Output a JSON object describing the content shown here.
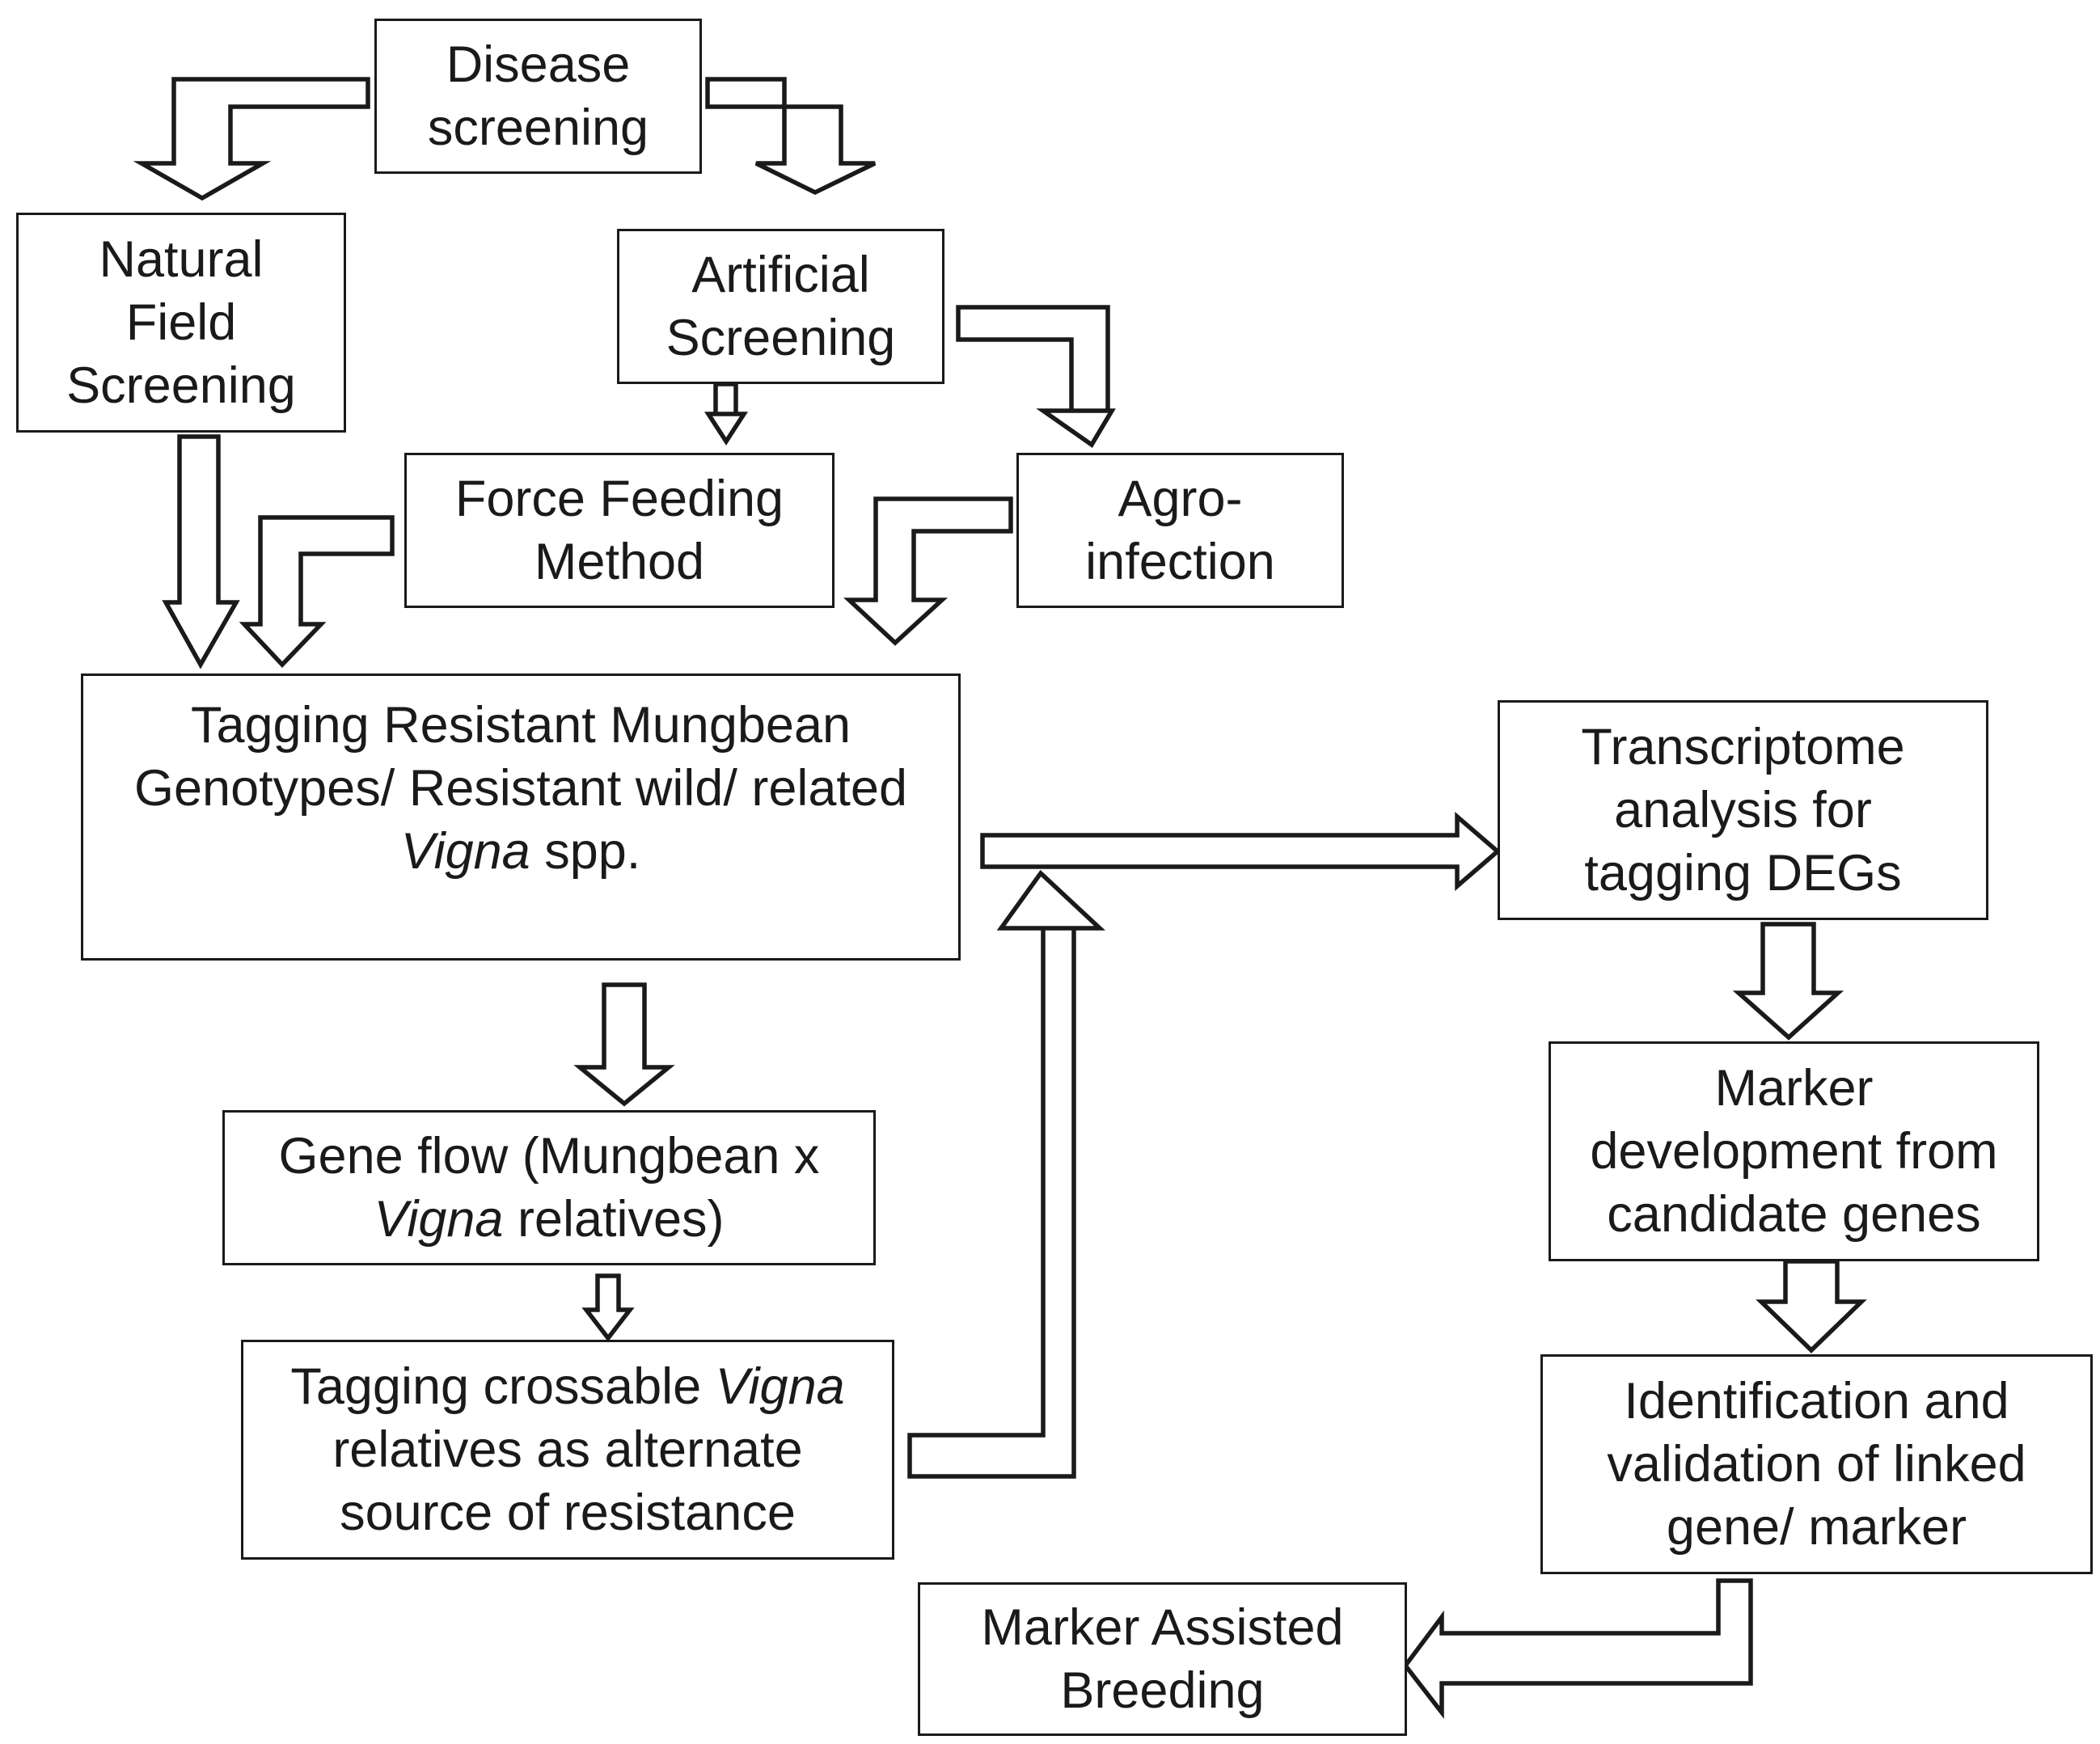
{
  "nodes": {
    "disease_screening": [
      "Disease",
      "screening"
    ],
    "natural_field_screening": [
      "Natural",
      "Field",
      "Screening"
    ],
    "artificial_screening": [
      "Artificial",
      "Screening"
    ],
    "force_feeding_method": [
      "Force Feeding",
      "Method"
    ],
    "agro_infection": [
      "Agro-",
      "infection"
    ],
    "tagging_resistant": {
      "line1": "Tagging Resistant Mungbean",
      "line2": "Genotypes/ Resistant wild/ related",
      "line3_italic": "Vigna",
      "line3_rest": " spp."
    },
    "gene_flow": {
      "line1": "Gene flow (Mungbean x",
      "line2_italic": "Vigna",
      "line2_rest": " relatives)"
    },
    "tagging_crossable": {
      "line1_pre": "Tagging crossable ",
      "line1_italic": "Vigna",
      "line2": "relatives as alternate",
      "line3": "source of resistance"
    },
    "transcriptome_analysis": [
      "Transcriptome",
      "analysis for",
      "tagging DEGs"
    ],
    "marker_development": [
      "Marker",
      "development from",
      "candidate genes"
    ],
    "identification_validation": [
      "Identification and",
      "validation of linked",
      "gene/ marker"
    ],
    "marker_assisted_breeding": [
      "Marker Assisted",
      "Breeding"
    ]
  }
}
